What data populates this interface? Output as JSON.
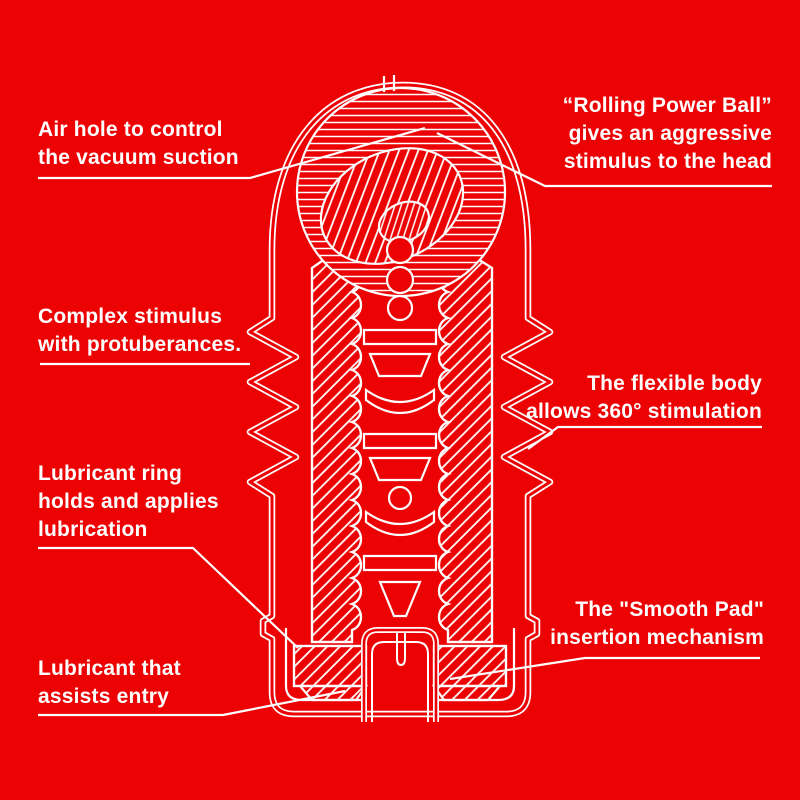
{
  "canvas": {
    "background_color": "#ec0202",
    "line_color": "#ffffff",
    "description": "Cutaway technical diagram of a cup-shaped device with annotated features"
  },
  "labels": {
    "air_hole": {
      "lines": [
        "Air hole to control",
        "the vacuum suction"
      ]
    },
    "rolling_power_ball": {
      "lines": [
        "“Rolling Power Ball”",
        "gives an aggressive",
        "stimulus to the head"
      ]
    },
    "complex_stimulus": {
      "lines": [
        "Complex stimulus",
        "with protuberances."
      ]
    },
    "flexible_body": {
      "lines": [
        "The flexible body",
        "allows 360° stimulation"
      ]
    },
    "lubricant_ring": {
      "lines": [
        "Lubricant ring",
        "holds and applies",
        "lubrication"
      ]
    },
    "smooth_pad": {
      "lines": [
        "The \"Smooth Pad\"",
        "insertion mechanism"
      ]
    },
    "lubricant_entry": {
      "lines": [
        "Lubricant that",
        "assists entry"
      ]
    }
  }
}
